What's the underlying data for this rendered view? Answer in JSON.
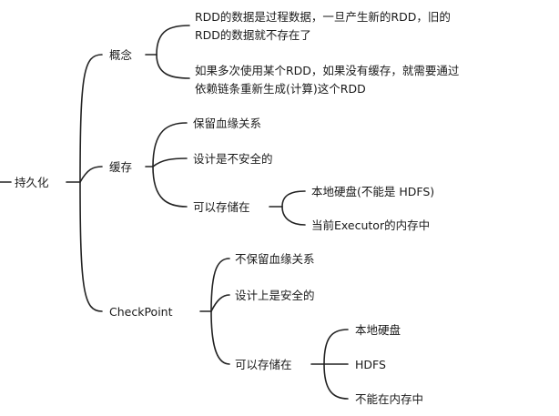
{
  "mindmap": {
    "root": "持久化",
    "concept": {
      "label": "概念",
      "items": [
        "RDD的数据是过程数据，一旦产生新的RDD，旧的RDD的数据就不存在了",
        "如果多次使用某个RDD，如果没有缓存，就需要通过依赖链条重新生成(计算)这个RDD"
      ]
    },
    "cache": {
      "label": "缓存",
      "items": [
        "保留血缘关系",
        "设计是不安全的",
        "可以存储在"
      ],
      "storage": [
        "本地硬盘(不能是 HDFS)",
        "当前Executor的内存中"
      ]
    },
    "checkpoint": {
      "label": "CheckPoint",
      "items": [
        "不保留血缘关系",
        "设计上是安全的",
        "可以存储在"
      ],
      "storage": [
        "本地硬盘",
        "HDFS",
        "不能在内存中"
      ]
    }
  }
}
